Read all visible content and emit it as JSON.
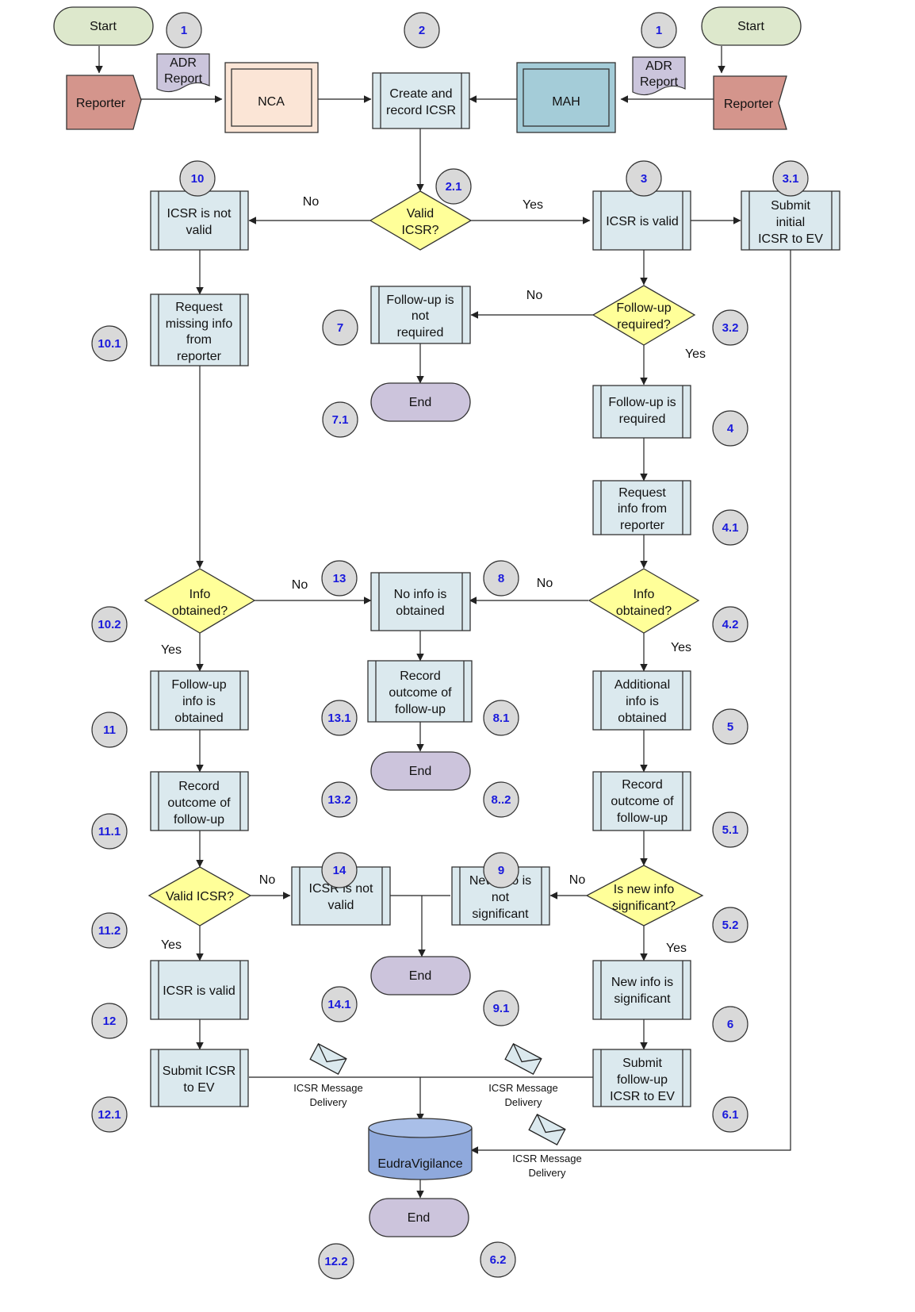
{
  "nodes": {
    "start_left": "Start",
    "start_right": "Start",
    "adr_left": [
      "ADR",
      "Report"
    ],
    "adr_right": [
      "ADR",
      "Report"
    ],
    "reporter_left": "Reporter",
    "reporter_right": "Reporter",
    "nca": "NCA",
    "mah": "MAH",
    "create_record": [
      "Create and",
      "record ICSR"
    ],
    "valid_icsr_q": [
      "Valid",
      "ICSR?"
    ],
    "icsr_not_valid_10": [
      "ICSR is not",
      "valid"
    ],
    "icsr_valid_3": "ICSR is valid",
    "submit_initial": [
      "Submit",
      "initial",
      "ICSR to EV"
    ],
    "request_missing": [
      "Request",
      "missing info",
      "from",
      "reporter"
    ],
    "followup_not_required": [
      "Follow-up is",
      "not",
      "required"
    ],
    "followup_required_q": [
      "Follow-up",
      "required?"
    ],
    "end_7_1": "End",
    "followup_is_required": [
      "Follow-up is",
      "required"
    ],
    "request_info": [
      "Request",
      "info from",
      "reporter"
    ],
    "info_obtained_q_left": [
      "Info",
      "obtained?"
    ],
    "no_info_obtained": [
      "No info is",
      "obtained"
    ],
    "info_obtained_q_right": [
      "Info",
      "obtained?"
    ],
    "followup_info_obtained": [
      "Follow-up",
      "info is",
      "obtained"
    ],
    "record_outcome_mid": [
      "Record",
      "outcome of",
      "follow-up"
    ],
    "additional_info": [
      "Additional",
      "info is",
      "obtained"
    ],
    "end_mid": "End",
    "record_outcome_left": [
      "Record",
      "outcome of",
      "follow-up"
    ],
    "record_outcome_right": [
      "Record",
      "outcome of",
      "follow-up"
    ],
    "valid_icsr_q2": "Valid ICSR?",
    "icsr_not_valid_14": [
      "ICSR is not",
      "valid"
    ],
    "new_info_not_sig": [
      "New info is",
      "not",
      "significant"
    ],
    "is_new_info_sig_q": [
      "Is new info",
      "significant?"
    ],
    "end_lower": "End",
    "icsr_valid_12": "ICSR is valid",
    "new_info_sig": [
      "New info is",
      "significant"
    ],
    "submit_icsr": [
      "Submit ICSR",
      "to EV"
    ],
    "submit_followup": [
      "Submit",
      "follow-up",
      "ICSR to EV"
    ],
    "eudravigilance": "EudraVigilance",
    "end_bottom": "End"
  },
  "message_labels": {
    "left": [
      "ICSR Message",
      "Delivery"
    ],
    "right": [
      "ICSR Message",
      "Delivery"
    ],
    "ev": [
      "ICSR Message",
      "Delivery"
    ]
  },
  "edge_labels": {
    "no_2_1": "No",
    "yes_2_1": "Yes",
    "no_3_2": "No",
    "yes_3_2": "Yes",
    "no_10_2": "No",
    "yes_10_2": "Yes",
    "no_4_2": "No",
    "yes_4_2": "Yes",
    "no_11_2": "No",
    "yes_11_2": "Yes",
    "no_5_2": "No",
    "yes_5_2": "Yes"
  },
  "step_numbers": {
    "s1_left": "1",
    "s2": "2",
    "s1_right": "1",
    "s10": "10",
    "s2_1": "2.1",
    "s3": "3",
    "s3_1": "3.1",
    "s10_1": "10.1",
    "s7": "7",
    "s3_2": "3.2",
    "s7_1": "7.1",
    "s4": "4",
    "s4_1": "4.1",
    "s13": "13",
    "s8": "8",
    "s10_2": "10.2",
    "s4_2": "4.2",
    "s11": "11",
    "s13_1": "13.1",
    "s8_1": "8.1",
    "s5": "5",
    "s13_2": "13.2",
    "s8_2": "8..2",
    "s11_1": "11.1",
    "s5_1": "5.1",
    "s14": "14",
    "s9": "9",
    "s11_2": "11.2",
    "s5_2": "5.2",
    "s14_1": "14.1",
    "s9_1": "9.1",
    "s12": "12",
    "s6": "6",
    "s12_1": "12.1",
    "s6_1": "6.1",
    "s12_2": "12.2",
    "s6_2": "6.2"
  },
  "colors": {
    "start_fill": "#dde8cc",
    "adr_fill": "#cbc5dc",
    "reporter_fill": "#d4958c",
    "nca_fill": "#fbe5d6",
    "mah_fill": "#a4ccd8",
    "process_fill": "#dbe9ee",
    "decision_fill": "#ffff99",
    "end_fill": "#ccc4dc",
    "badge_fill": "#d9d9d9",
    "db_fill": "#8fa9dc",
    "number_color": "#1a1adc"
  }
}
